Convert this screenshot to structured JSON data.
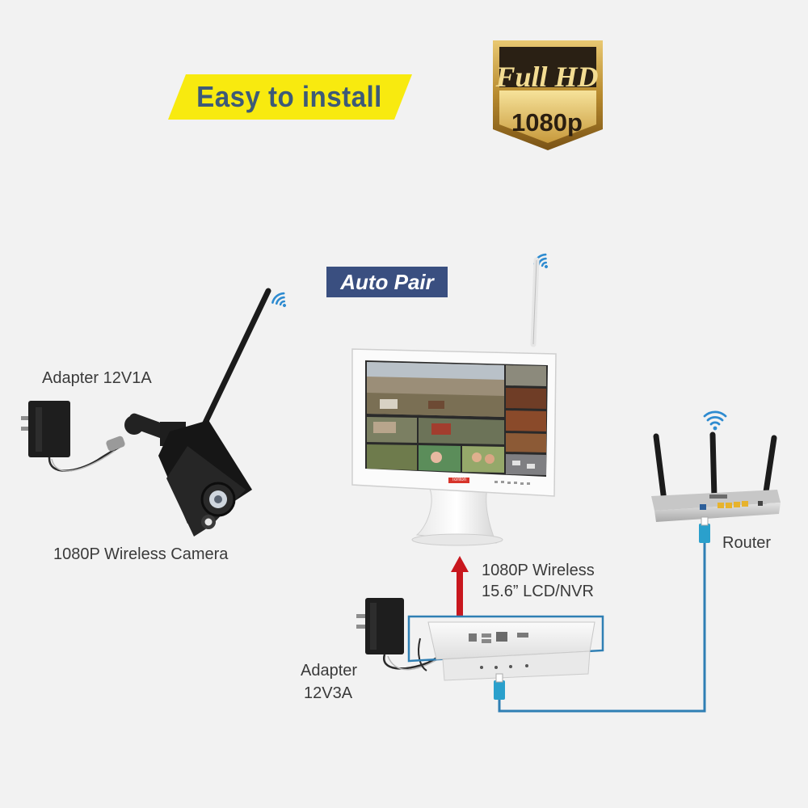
{
  "banner": {
    "text": "Easy to install",
    "color": "#f8ea0f"
  },
  "hd_badge": {
    "line1": "Full HD",
    "line2": "1080p"
  },
  "auto_pair": {
    "label": "Auto Pair"
  },
  "camera": {
    "adapter_label": "Adapter 12V1A",
    "device_label": "1080P Wireless Camera"
  },
  "monitor": {
    "line1": "1080P Wireless",
    "line2": "15.6” LCD/NVR",
    "brand": "Tonton"
  },
  "nvr": {
    "adapter_line1": "Adapter",
    "adapter_line2": "12V3A"
  },
  "router": {
    "label": "Router"
  },
  "colors": {
    "cable": "#2f7fb4",
    "arrow": "#c8171e",
    "wifi": "#2e8bd0"
  }
}
